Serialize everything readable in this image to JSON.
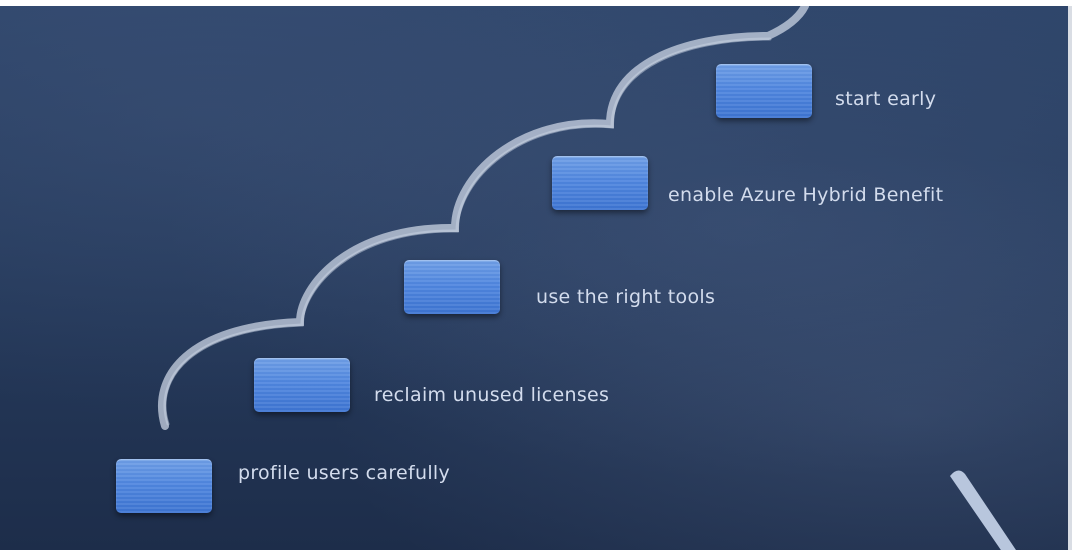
{
  "scene": {
    "description": "Chalkboard staircase illustration",
    "background_color": "#273c5e",
    "block_color": "#4f86df",
    "text_color": "#d3dced"
  },
  "steps": [
    {
      "label": "profile users carefully"
    },
    {
      "label": "reclaim unused licenses"
    },
    {
      "label": "use the right tools"
    },
    {
      "label": "enable Azure Hybrid Benefit"
    },
    {
      "label": "start early"
    }
  ]
}
